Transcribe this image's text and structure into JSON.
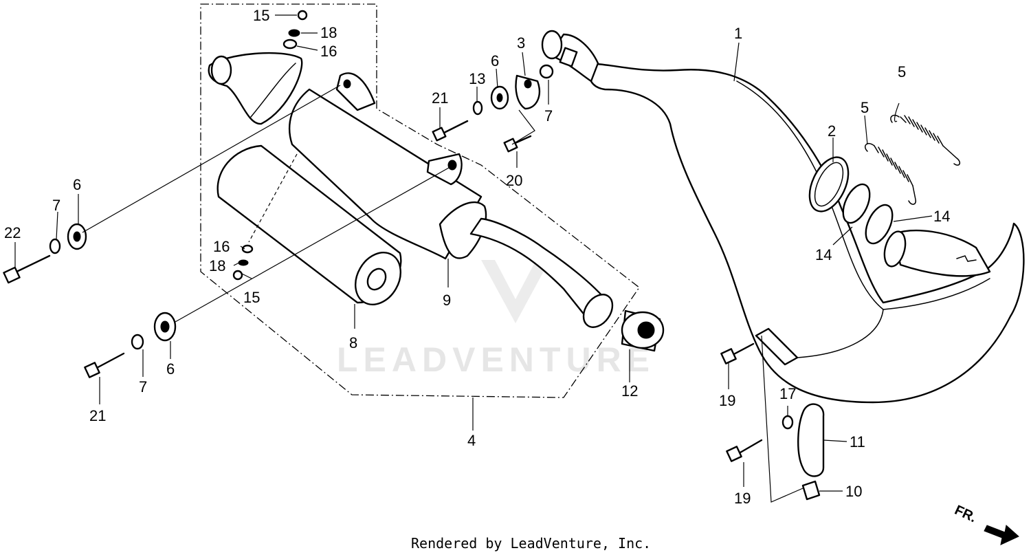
{
  "watermark": "LEADVENTURE",
  "credit": "Rendered by LeadVenture, Inc.",
  "direction_label": "FR.",
  "callouts": {
    "c1": "1",
    "c2": "2",
    "c3": "3",
    "c4": "4",
    "c5a": "5",
    "c5b": "5",
    "c6a": "6",
    "c6b": "6",
    "c6c": "6",
    "c7a": "7",
    "c7b": "7",
    "c7c": "7",
    "c8": "8",
    "c9": "9",
    "c10": "10",
    "c11": "11",
    "c12": "12",
    "c13": "13",
    "c14a": "14",
    "c14b": "14",
    "c15a": "15",
    "c15b": "15",
    "c16a": "16",
    "c16b": "16",
    "c17": "17",
    "c18a": "18",
    "c18b": "18",
    "c19a": "19",
    "c19b": "19",
    "c20": "20",
    "c21a": "21",
    "c21b": "21",
    "c22": "22"
  }
}
